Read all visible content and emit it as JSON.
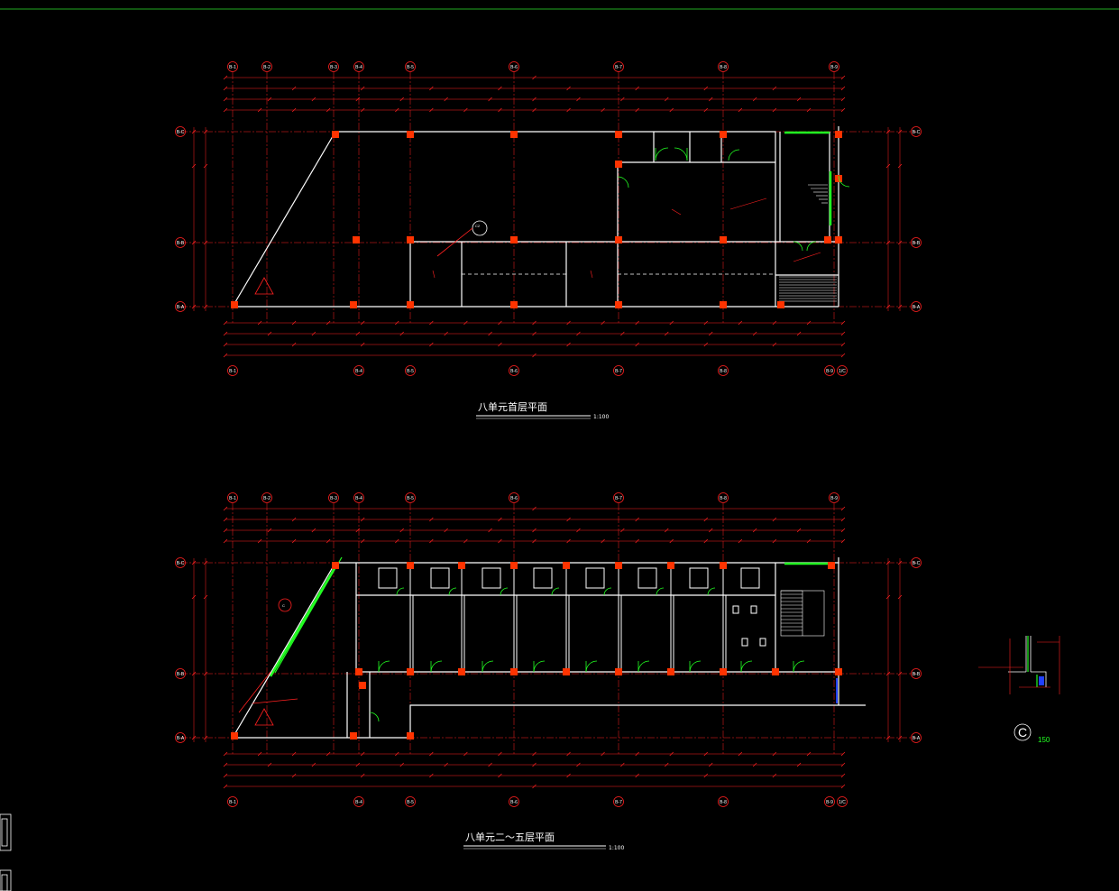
{
  "colors": {
    "background": "#000000",
    "axis_line": "#ff2020",
    "wall": "#ffffff",
    "column": "#ff3300",
    "window": "#22ff22",
    "door": "#22ff22",
    "dimension": "#ff2020",
    "top_rule": "#22aa22",
    "stair_marker": "#2040ff"
  },
  "plan1": {
    "title": "八单元首层平面",
    "scale": "1:100",
    "top_axes": [
      "B-1",
      "B-2",
      "B-3",
      "B-4",
      "B-5",
      "B-6",
      "B-7",
      "B-8",
      "B-9"
    ],
    "bottom_axes": [
      "B-1",
      "B-4",
      "B-5",
      "B-6",
      "B-7",
      "B-8",
      "B-9",
      "1/C"
    ],
    "side_axes": [
      "B-C",
      "B-B",
      "B-A"
    ],
    "section_marker": "C2"
  },
  "plan2": {
    "title": "八单元二～五层平面",
    "scale": "1:100",
    "top_axes": [
      "B-1",
      "B-2",
      "B-3",
      "B-4",
      "B-5",
      "B-6",
      "B-7",
      "B-8",
      "B-9"
    ],
    "bottom_axes": [
      "B-1",
      "B-4",
      "B-5",
      "B-6",
      "B-7",
      "B-8",
      "B-9",
      "1/C"
    ],
    "side_axes": [
      "B-C",
      "B-B",
      "B-A"
    ],
    "section_marker": "C"
  },
  "detail": {
    "label": "C",
    "scale": "150"
  }
}
